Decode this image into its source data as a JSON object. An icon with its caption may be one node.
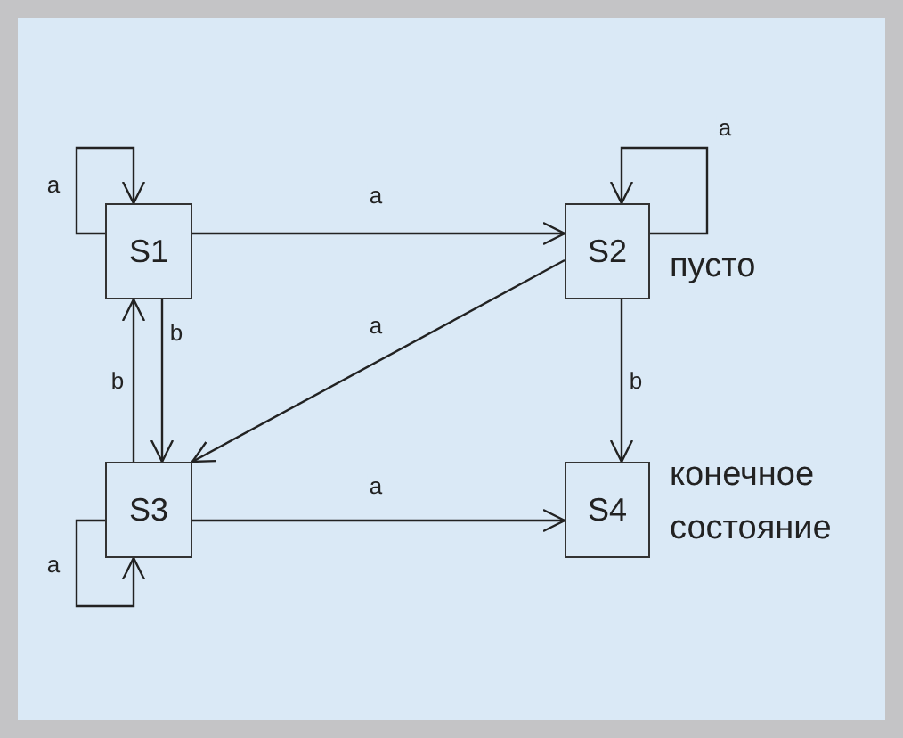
{
  "diagram": {
    "nodes": [
      {
        "text": [
          "S1"
        ]
      },
      {
        "text": [
          "S2"
        ],
        "beside": [
          "пусто"
        ]
      },
      {
        "text": [
          "S3"
        ]
      },
      {
        "text": [
          "S4"
        ],
        "beside": [
          "конечное состояние"
        ]
      }
    ],
    "edges": [
      {
        "from": 0,
        "to": 0,
        "arrow": "to",
        "label": "a"
      },
      {
        "from": 0,
        "to": 1,
        "arrow": "to",
        "label": "a"
      },
      {
        "from": 0,
        "to": 2,
        "arrow": "to",
        "label": "b"
      },
      {
        "from": 2,
        "to": 0,
        "arrow": "to",
        "label": "b"
      },
      {
        "from": 1,
        "to": 1,
        "arrow": "to",
        "label": "a"
      },
      {
        "from": 1,
        "to": 2,
        "arrow": "to",
        "label": "a"
      },
      {
        "from": 1,
        "to": 3,
        "arrow": "to",
        "label": "b"
      },
      {
        "from": 2,
        "to": 2,
        "arrow": "to",
        "label": "a"
      },
      {
        "from": 2,
        "to": 3,
        "arrow": "to",
        "label": "a"
      }
    ]
  }
}
